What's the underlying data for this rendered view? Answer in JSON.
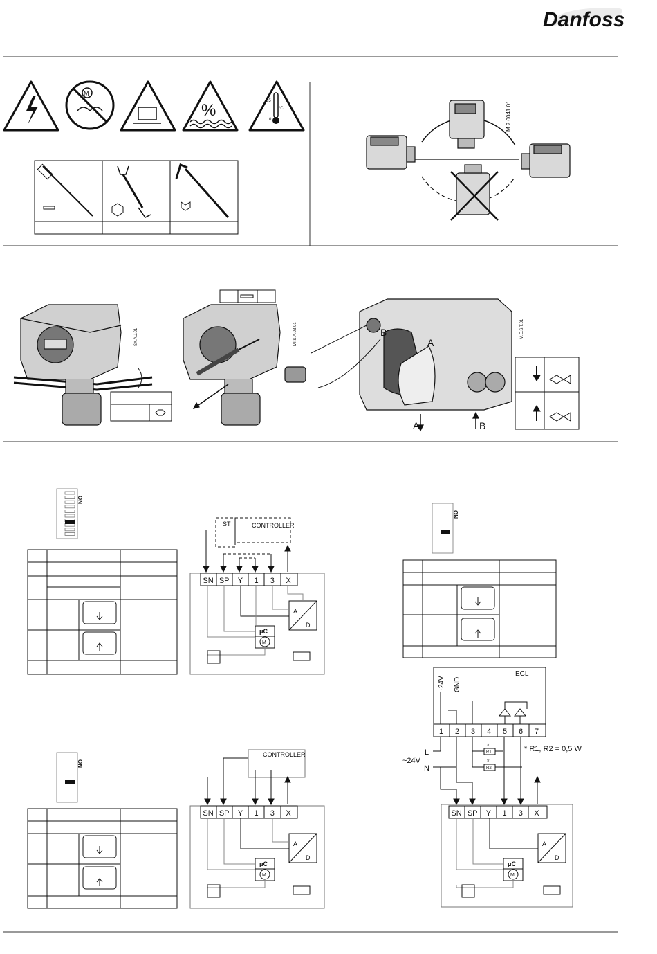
{
  "brand": {
    "logo_text": "Danfoss"
  },
  "codes": {
    "mounting": "M.7.0041.01",
    "a1": "SX.AU.01",
    "a2": "MI.S.A.03.01",
    "a3": "M.E.S.T.01"
  },
  "warnings": {
    "temp_max": "55",
    "temp_min": "0",
    "temp_unit": "°C",
    "humidity": "%"
  },
  "tools_tables": {
    "manual_tools": [
      "",
      "",
      ""
    ]
  },
  "wiring": {
    "controller_label": "CONTROLLER",
    "st_label": "ST",
    "ecl_label": "ECL",
    "terminals": [
      "SN",
      "SP",
      "Y",
      "1",
      "3",
      "X"
    ],
    "mu_c": "μC",
    "motor": "M",
    "ad_a": "A",
    "ad_d": "D",
    "ecl_terminals": [
      "1",
      "2",
      "3",
      "4",
      "5",
      "6",
      "7"
    ],
    "v24": "~24V",
    "gnd": "GND",
    "supply": "~24V",
    "l": "L",
    "n": "N",
    "r1": "R1",
    "r2": "R2",
    "resistor_note": "* R1, R2 = 0,5 W",
    "star": "*"
  },
  "manual_op": {
    "a": "A",
    "b": "B"
  },
  "dip": {
    "on": "ON"
  }
}
